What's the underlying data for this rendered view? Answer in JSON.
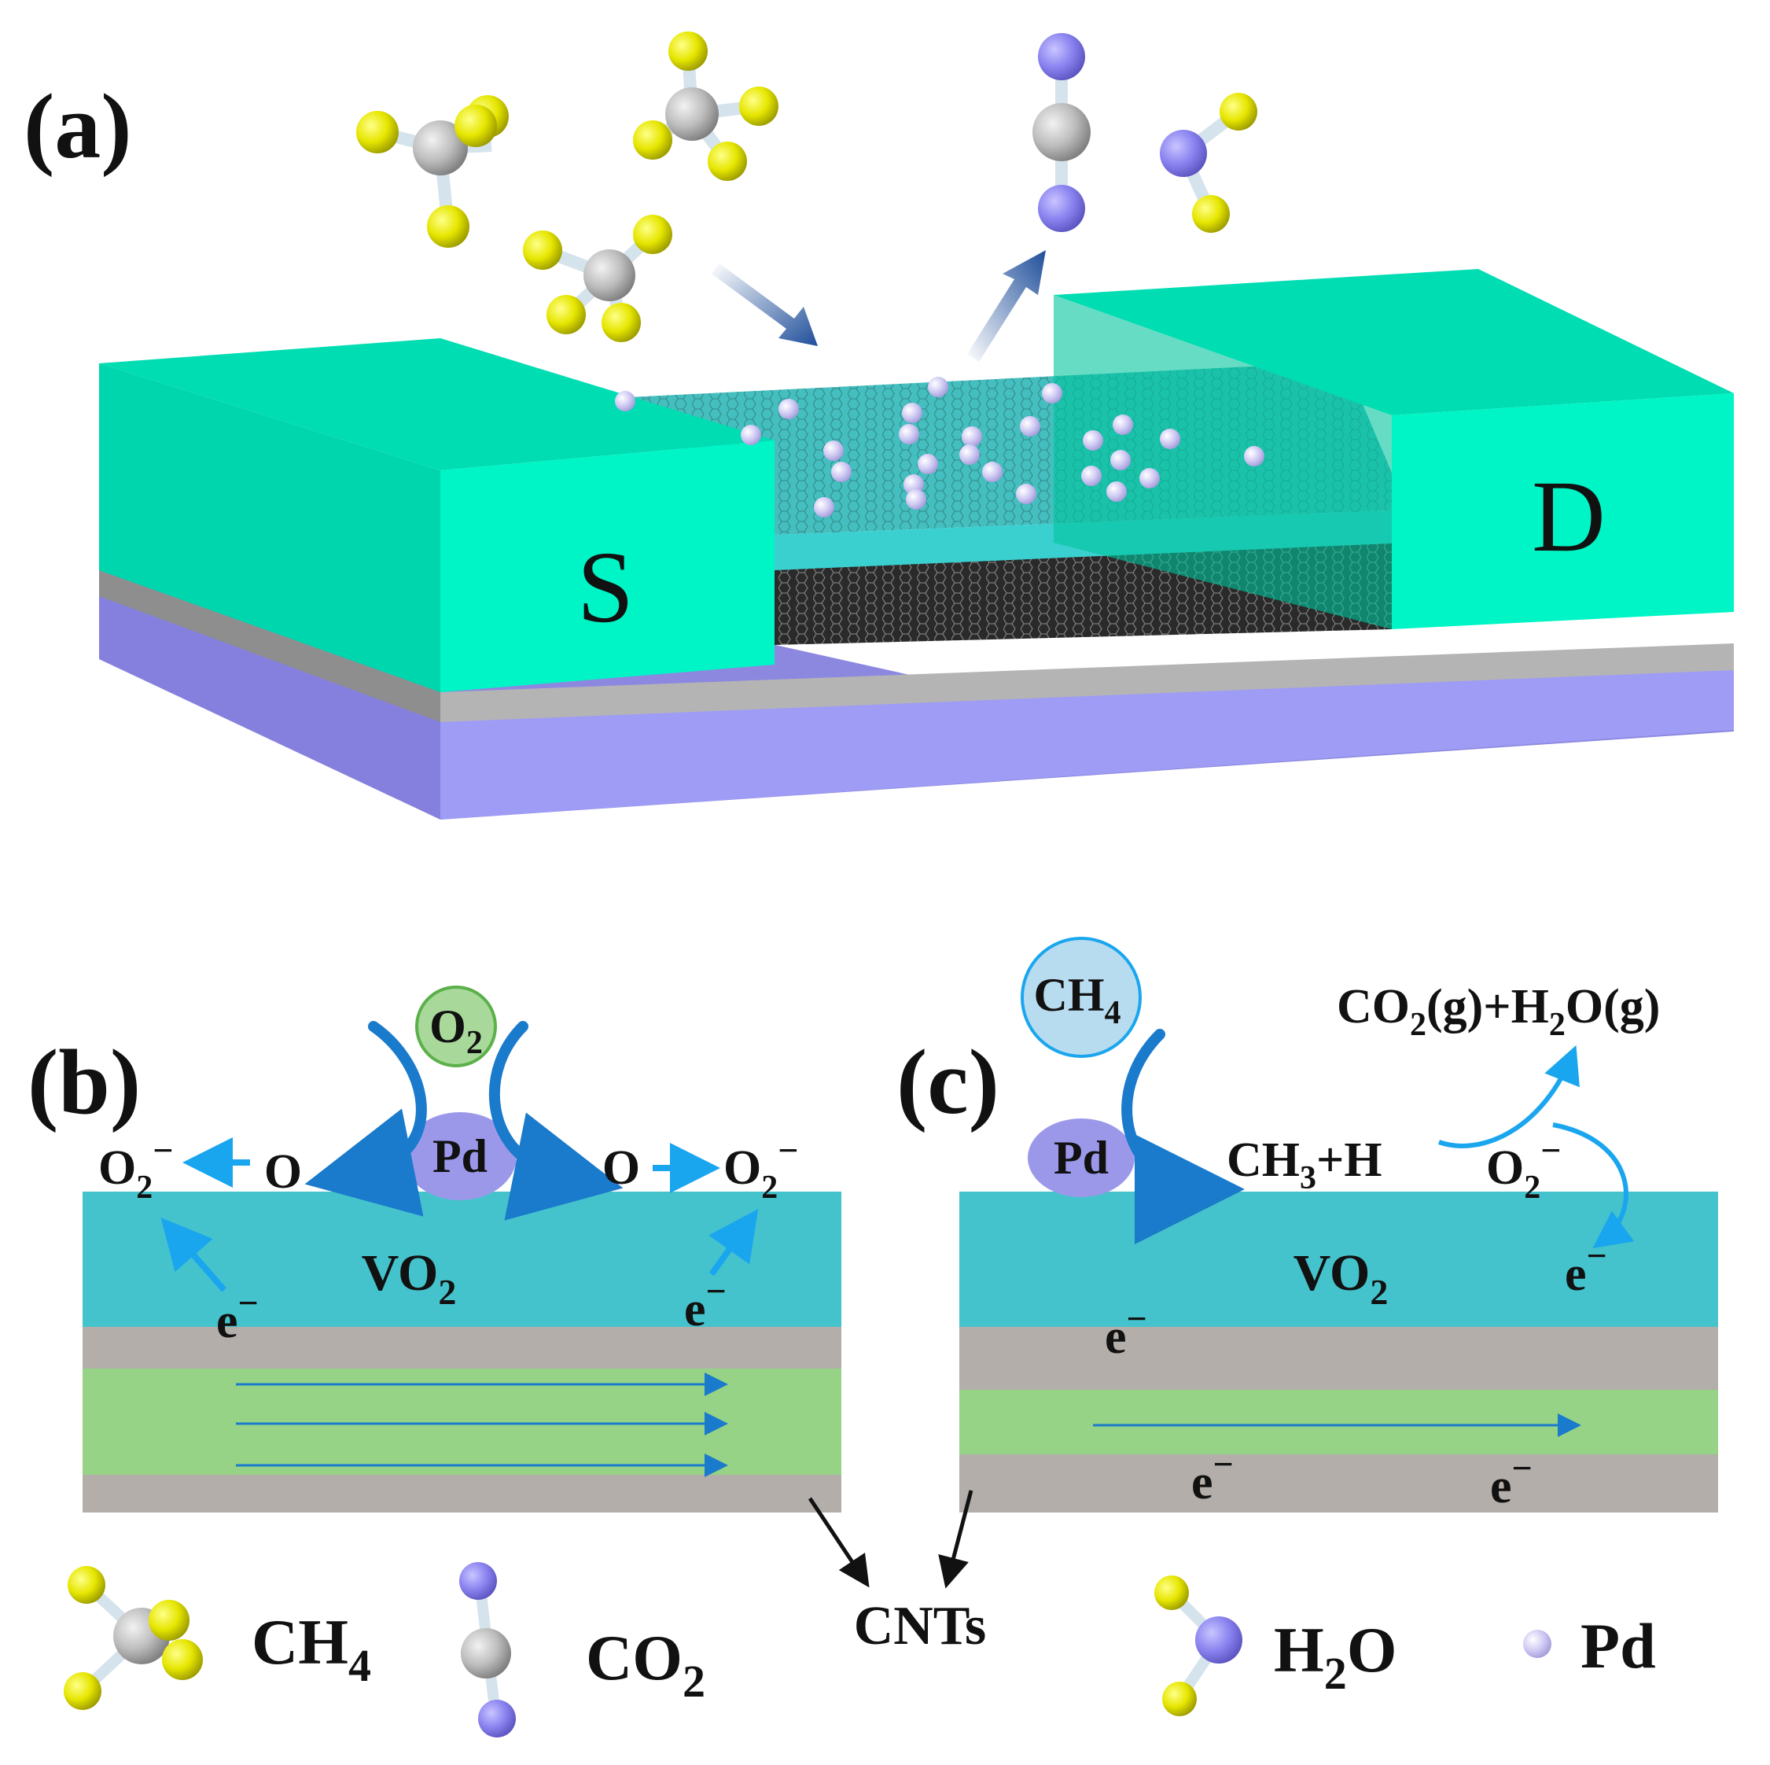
{
  "panels": {
    "a": {
      "label": "(a)",
      "source": "S",
      "drain": "D"
    },
    "b": {
      "label": "(b)",
      "o2_bubble": {
        "base": "O",
        "sub": "2"
      },
      "pd_bubble": "Pd",
      "left_o": "O",
      "right_o": "O",
      "left_o2minus": {
        "base": "O",
        "sub": "2",
        "sup": "−"
      },
      "right_o2minus": {
        "base": "O",
        "sub": "2",
        "sup": "−"
      },
      "layer_label": {
        "base": "VO",
        "sub": "2"
      },
      "electron_left": {
        "base": "e",
        "sup": "−"
      },
      "electron_right": {
        "base": "e",
        "sup": "−"
      }
    },
    "c": {
      "label": "(c)",
      "ch4_bubble": {
        "base": "CH",
        "sub": "4"
      },
      "pd_bubble": "Pd",
      "products": {
        "p1": "CO",
        "s1": "2",
        "p2": "(g)+H",
        "s2": "2",
        "p3": "O(g)"
      },
      "intermediate": {
        "p1": "CH",
        "s1": "3",
        "p2": "+H"
      },
      "o2minus": {
        "base": "O",
        "sub": "2",
        "sup": "−"
      },
      "layer_label": {
        "base": "VO",
        "sub": "2"
      },
      "electron_surface": {
        "base": "e",
        "sup": "−"
      },
      "electron_grey_top": {
        "base": "e",
        "sup": "−"
      },
      "electron_bottom_left": {
        "base": "e",
        "sup": "−"
      },
      "electron_bottom_right": {
        "base": "e",
        "sup": "−"
      }
    }
  },
  "cnt_label": "CNTs",
  "legend": [
    {
      "icon": "ch4-molecule-icon",
      "base": "CH",
      "sub": "4"
    },
    {
      "icon": "co2-molecule-icon",
      "base": "CO",
      "sub": "2"
    },
    {
      "icon": "h2o-molecule-icon",
      "base": "H",
      "sub": "2",
      "tail": "O"
    },
    {
      "icon": "pd-particle-icon",
      "base": "Pd"
    }
  ],
  "colors": {
    "electrode": "#00f5c6",
    "electrode_top": "#00ddb2",
    "substrate": "#9f9cf5",
    "oxide_layer": "#b4b4b4",
    "vo2_layer": "#45c3cc",
    "cnt_layer": "#96d387",
    "grey_layer": "#b3aeaa",
    "hydrogen_atom": "#e6e600",
    "carbon_atom": "#b8b8b8",
    "oxygen_atom": "#8a83f0",
    "pd_particle": "#c9c3ef",
    "pd_bubble": "#9b98ea",
    "o2_bubble": "#a8d99a",
    "ch4_bubble": "#b8dcef",
    "flow_arrow": "#1a7acb",
    "reaction_arrow": "#1aa6ee"
  }
}
